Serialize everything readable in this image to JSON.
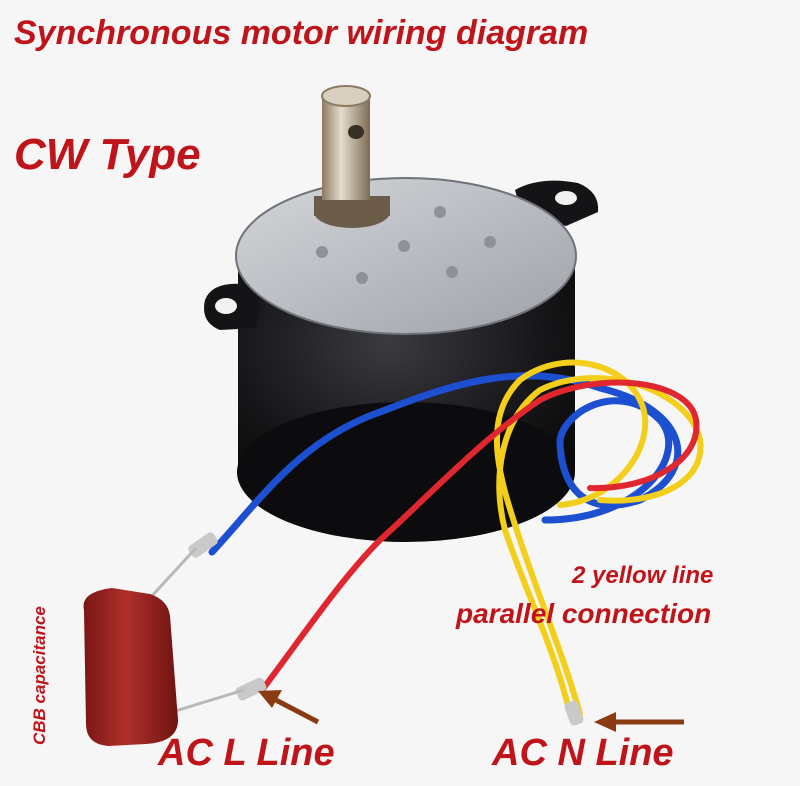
{
  "labels": {
    "title": "Synchronous motor wiring diagram",
    "cw_type": "CW Type",
    "yellow_line_1": "2 yellow line",
    "yellow_line_2": "parallel connection",
    "capacitor": "CBB capacitance",
    "ac_l_line": "AC L Line",
    "ac_n_line": "AC N Line"
  },
  "colors": {
    "label_red": "#c0141b",
    "wire_blue": "#1d4fd1",
    "wire_red": "#e0262e",
    "wire_yellow": "#f3cf1c",
    "motor_body": "#141416",
    "gear_plate": "#b9bcc2",
    "capacitor": "#9b1f1c",
    "arrow": "#8a3b12"
  }
}
